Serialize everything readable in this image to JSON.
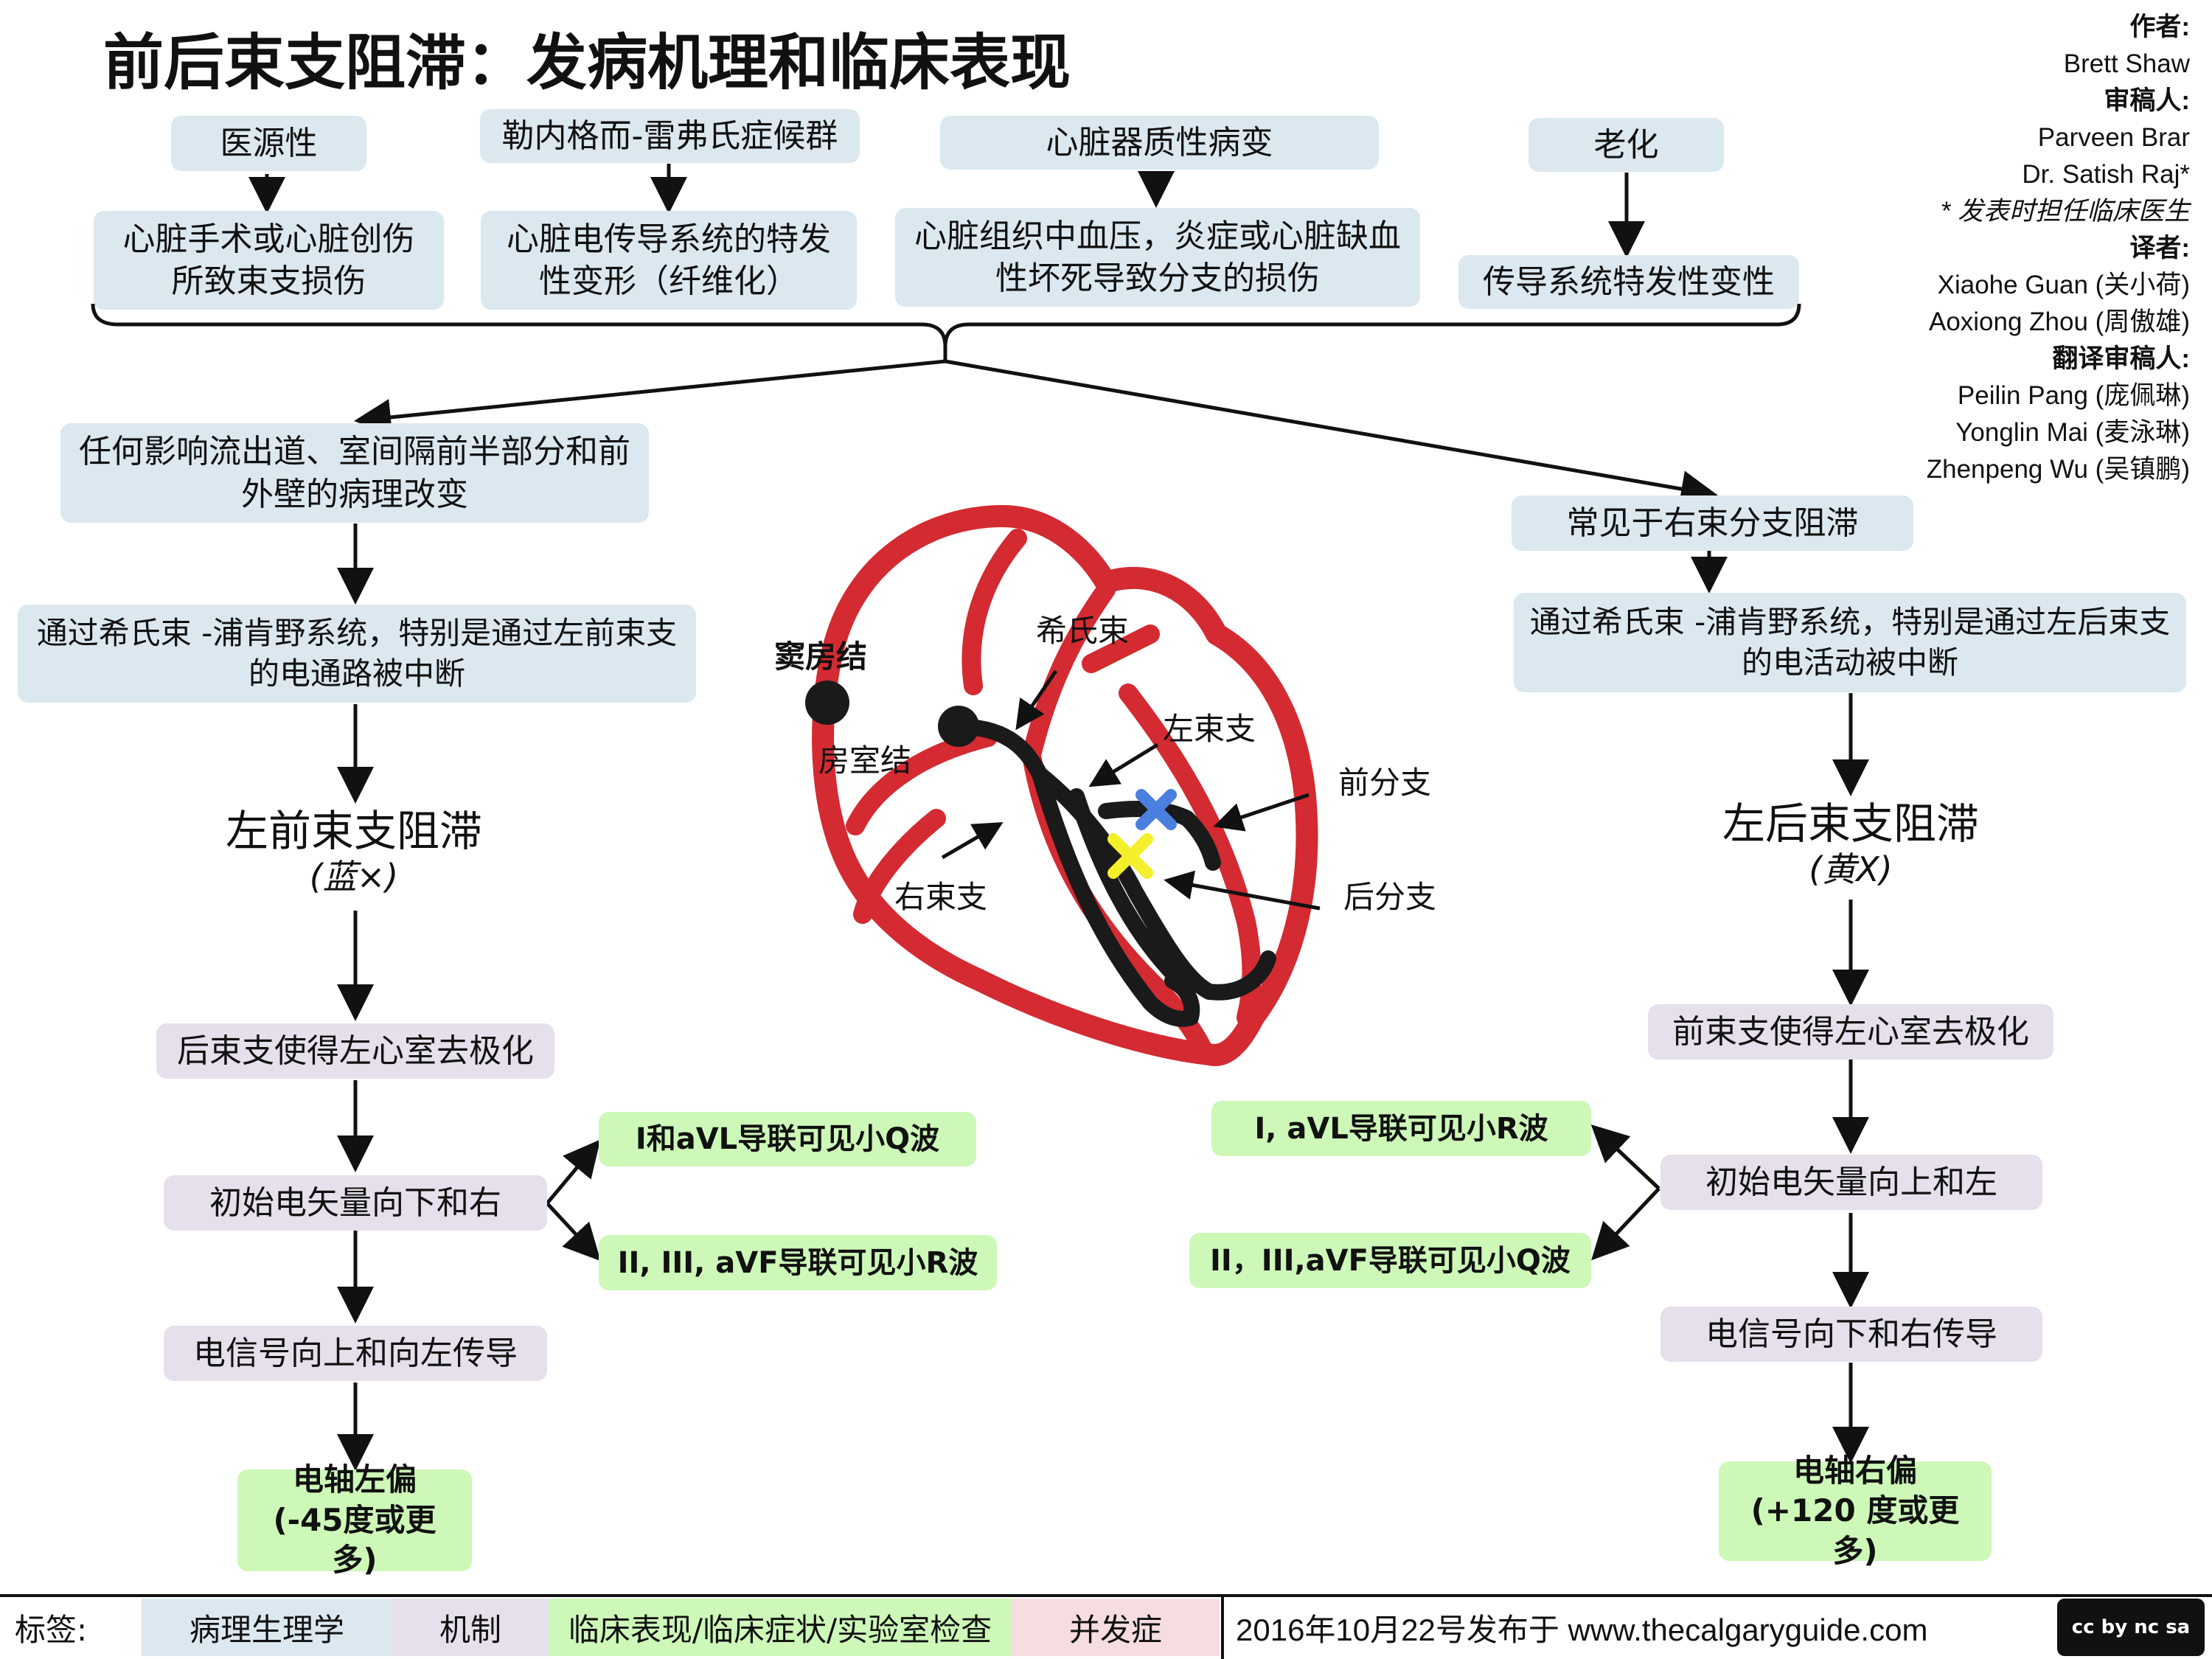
{
  "title": "前后束支阻滞：发病机理和临床表现",
  "credits": {
    "author_label": "作者:",
    "author": "Brett Shaw",
    "reviewers_label": "审稿人:",
    "reviewer1": "Parveen Brar",
    "reviewer2": "Dr. Satish Raj*",
    "reviewer_note": "* 发表时担任临床医生",
    "translators_label": "译者:",
    "translator1": "Xiaohe Guan (关小荷)",
    "translator2": "Aoxiong Zhou (周傲雄)",
    "translation_reviewers_label": "翻译审稿人:",
    "translation_reviewer1": "Peilin Pang (庞佩琳)",
    "translation_reviewer2": "Yonglin Mai (麦泳琳)",
    "translation_reviewer3": "Zhenpeng Wu (吴镇鹏)"
  },
  "causes": [
    {
      "label": "医源性",
      "detail": "心脏手术或心脏创伤所致束支损伤"
    },
    {
      "label": "勒内格而-雷弗氏症候群",
      "detail": "心脏电传导系统的特发性变形（纤维化）"
    },
    {
      "label": "心脏器质性病变",
      "detail": "心脏组织中血压，炎症或心脏缺血性坏死导致分支的损伤"
    },
    {
      "label": "老化",
      "detail": "传导系统特发性变性"
    }
  ],
  "left_path": {
    "pathology": "任何影响流出道、室间隔前半部分和前外壁的病理改变",
    "mechanism": "通过希氏束 -浦肯野系统，特别是通过左前束支的电通路被中断",
    "diagnosis": "左前束支阻滞",
    "marker": "(蓝×)",
    "depolarization": "后束支使得左心室去极化",
    "vector": "初始电矢量向下和右",
    "finding1": "I和aVL导联可见小Q波",
    "finding2": "II, III, aVF导联可见小R波",
    "conduction": "电信号向上和向左传导",
    "axis_line1": "电轴左偏",
    "axis_line2": "(-45度或更多)"
  },
  "right_path": {
    "pathology": "常见于右束分支阻滞",
    "mechanism": "通过希氏束 -浦肯野系统，特别是通过左后束支的电活动被中断",
    "diagnosis": "左后束支阻滞",
    "marker": "(黄X)",
    "depolarization": "前束支使得左心室去极化",
    "vector": "初始电矢量向上和左",
    "finding1": "I, aVL导联可见小R波",
    "finding2": "II，III,aVF导联可见小Q波",
    "conduction": "电信号向下和右传导",
    "axis_line1": "电轴右偏",
    "axis_line2": "(+120 度或更多)"
  },
  "heart": {
    "sa_node": "窦房结",
    "av_node": "房室结",
    "his_bundle": "希氏束",
    "left_bundle": "左束支",
    "anterior_fascicle": "前分支",
    "posterior_fascicle": "后分支",
    "right_bundle": "右束支"
  },
  "footer": {
    "tags_label": "标签:",
    "tag1": "病理生理学",
    "tag2": "机制",
    "tag3": "临床表现/临床症状/实验室检查",
    "tag4": "并发症",
    "published": "2016年10月22号发布于 www.thecalgaryguide.com",
    "license_badge": "cc by nc sa"
  },
  "colors": {
    "blue_box": "#dbe8f0",
    "purple_box": "#e5e0eb",
    "green_box": "#cdf8b8",
    "heart_red": "#d42a32",
    "blue_x": "#4a7fe0",
    "yellow_x": "#f5ee2a"
  }
}
